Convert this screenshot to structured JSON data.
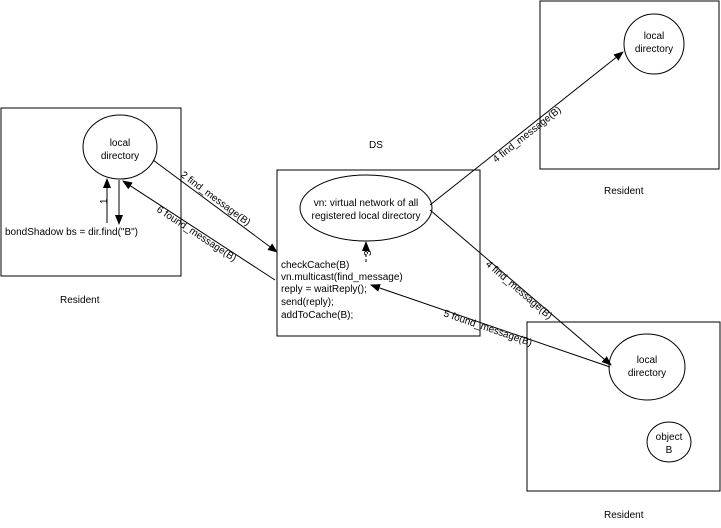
{
  "nodes": {
    "left_resident": {
      "caption": "Resident",
      "directory": [
        "local",
        "directory"
      ],
      "code": "bondShadow bs = dir.find(\"B\")"
    },
    "ds": {
      "caption": "DS",
      "vn": [
        "vn: virtual network of all",
        "registered local directory"
      ],
      "code": [
        "checkCache(B)",
        "vn.multicast(find_message)",
        "reply = waitReply();",
        "send(reply);",
        "addToCache(B);"
      ]
    },
    "top_right_resident": {
      "caption": "Resident",
      "directory": [
        "local",
        "directory"
      ]
    },
    "bottom_right_resident": {
      "caption": "Resident",
      "directory": [
        "local",
        "directory"
      ],
      "object": [
        "object",
        "B"
      ]
    }
  },
  "edges": {
    "step1": "1",
    "step2": "2 find_message(B)",
    "step3": "3",
    "step4_up": "4 find_message(B)",
    "step4_down": "4 find_message(B)",
    "step5": "5 found_message(B)",
    "step6": "6 found_message(B)"
  },
  "colors": {
    "line": "#000000",
    "background": "#ffffff"
  }
}
